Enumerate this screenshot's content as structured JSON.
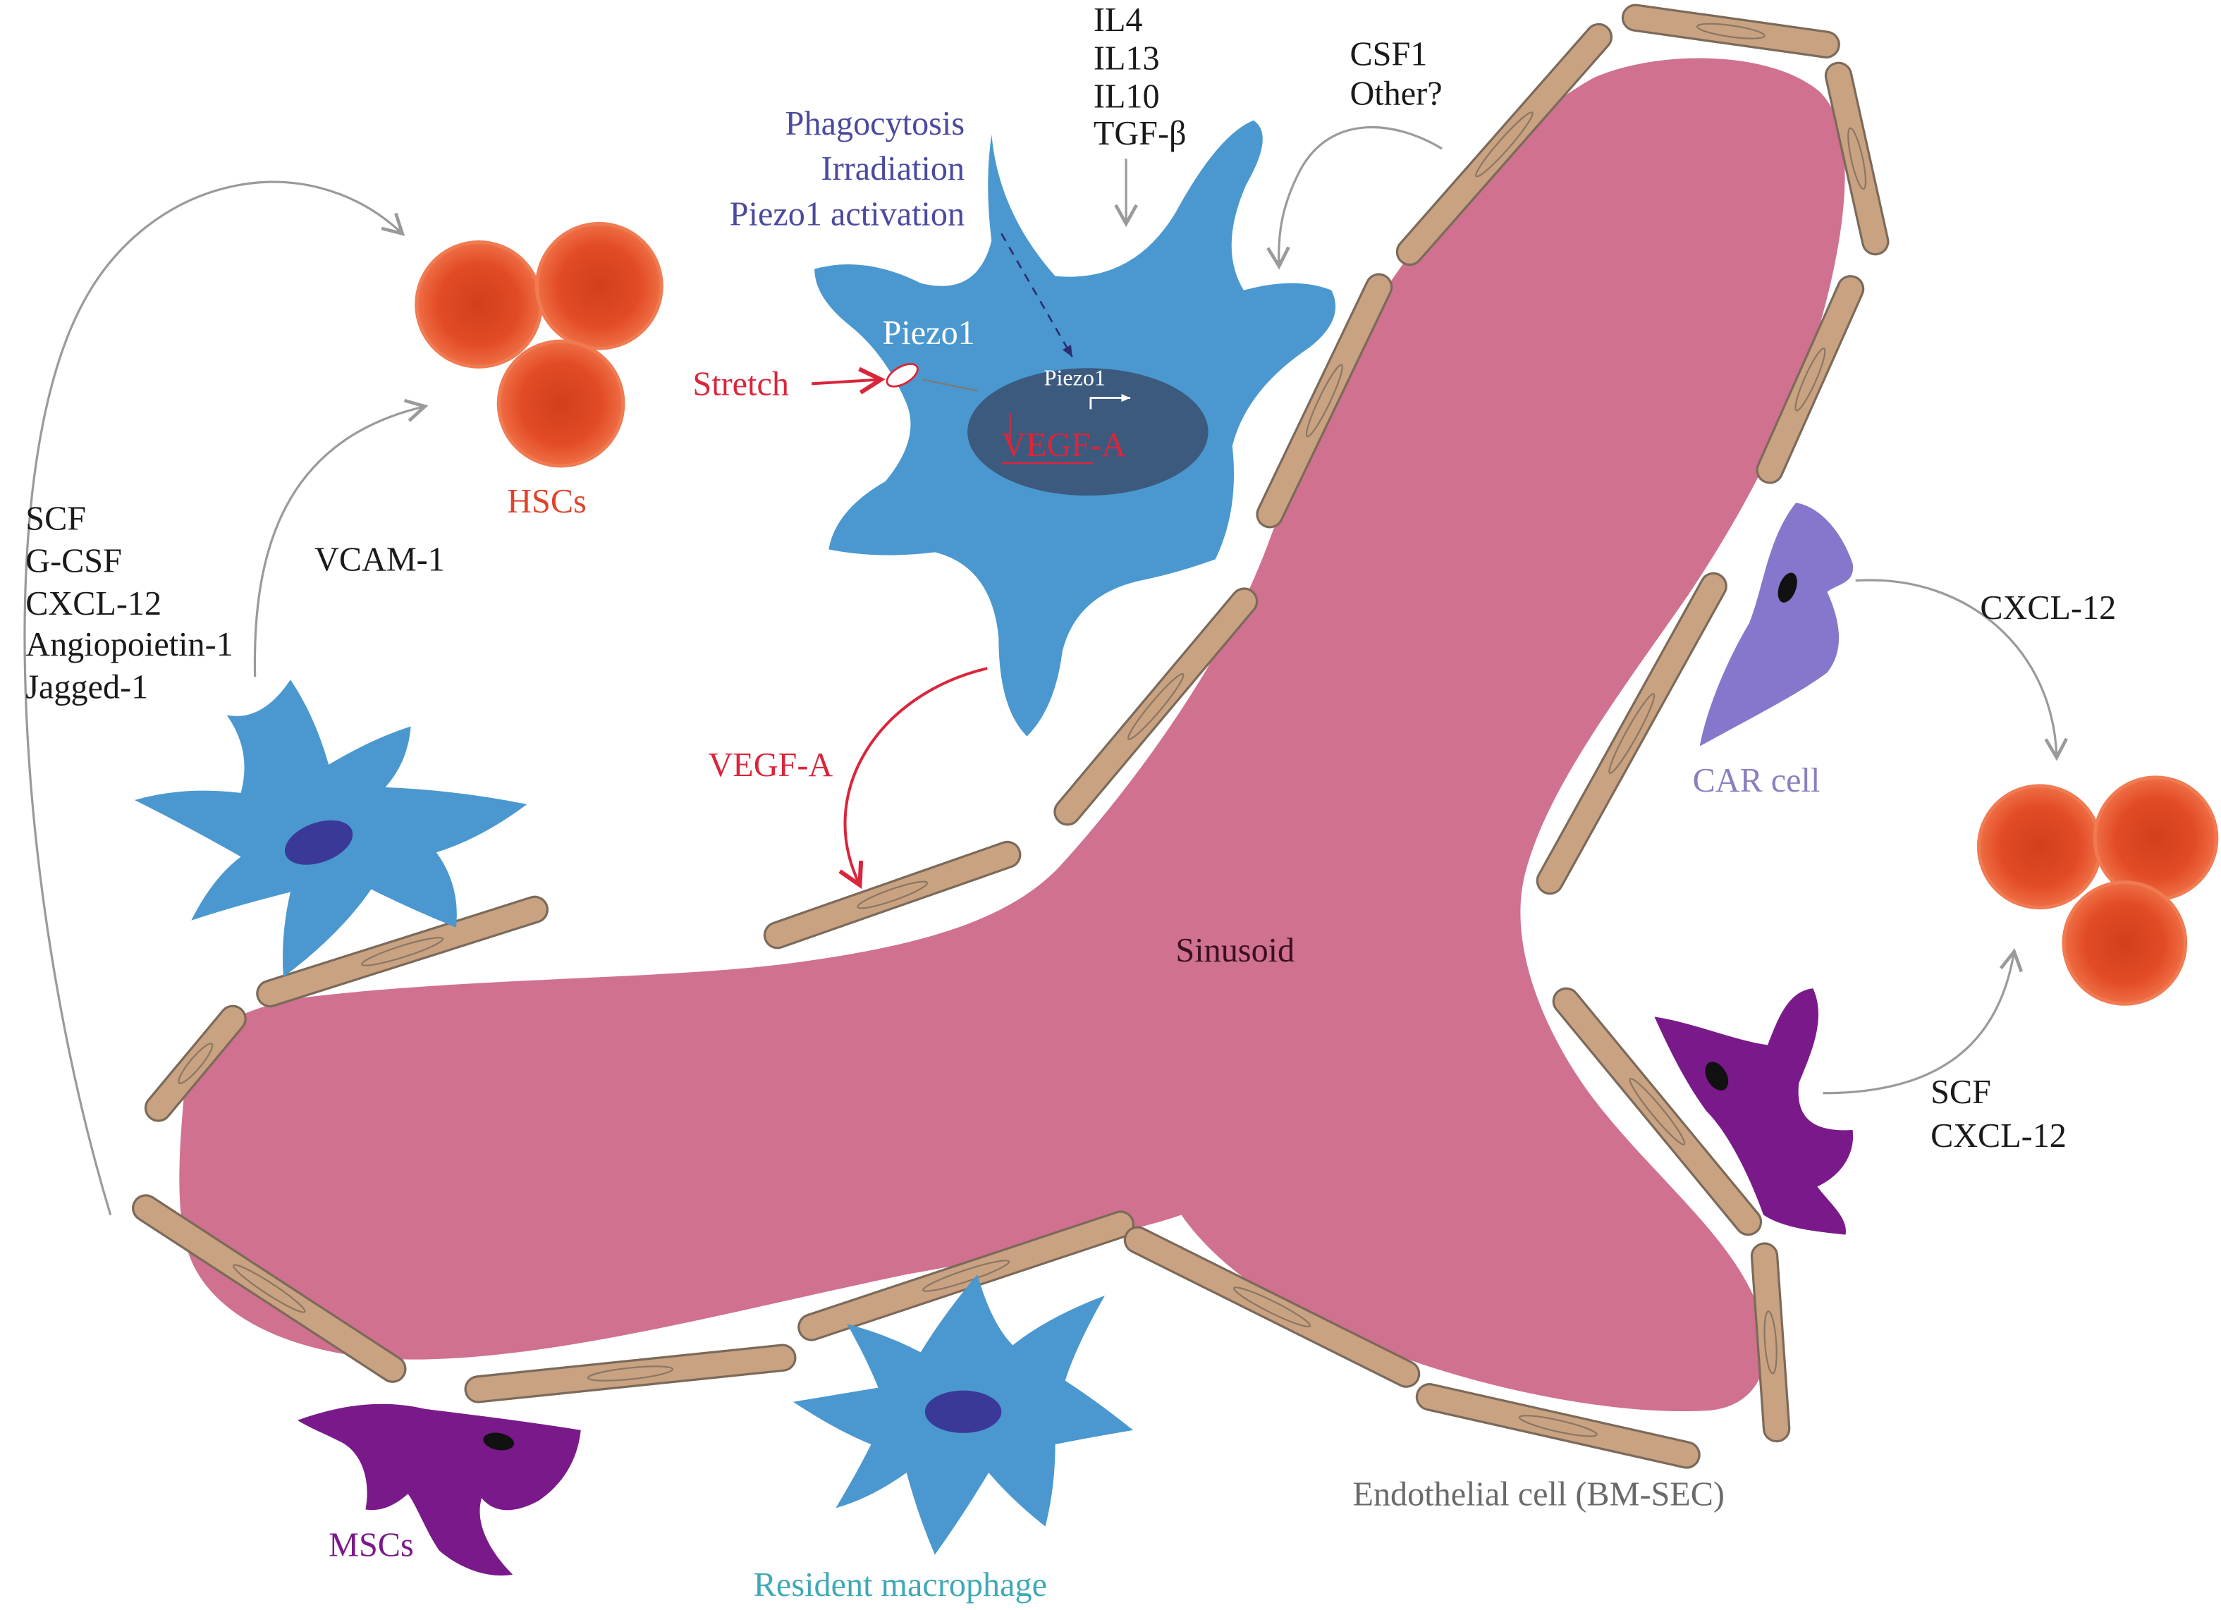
{
  "diagram": {
    "upstream_cytokines": [
      "IL4",
      "IL13",
      "IL10",
      "TGF-β"
    ],
    "endothelial_signals": [
      "CSF1",
      "Other?"
    ],
    "macrophage_triggers": [
      "Phagocytosis",
      "Irradiation",
      "Piezo1 activation"
    ],
    "channel_label": "Piezo1",
    "stretch_label": "Stretch",
    "nucleus_gene_label": "Piezo1",
    "nucleus_target_label": "VEGF-A",
    "hsc_label": "HSCs",
    "macrophage_factors": [
      "SCF",
      "G-CSF",
      "CXCL-12",
      "Angiopoietin-1",
      "Jagged-1"
    ],
    "adhesion_label": "VCAM-1",
    "secreted_label": "VEGF-A",
    "sinusoid_label": "Sinusoid",
    "car_signal_label": "CXCL-12",
    "car_cell_label": "CAR cell",
    "msc_signals": [
      "SCF",
      "CXCL-12"
    ],
    "endothelial_cell_label": "Endothelial cell (BM-SEC)",
    "msc_label": "MSCs",
    "macrophage_label": "Resident macrophage"
  },
  "colors": {
    "sinusoid": "#d0718f",
    "endothelium": "#c9a282",
    "macrophage": "#4a98cf",
    "macrophage_nucleus": "#3b3998",
    "large_nucleus": "#3c5a7e",
    "hsc": "#e24b26",
    "hsc_label": "#e0432c",
    "msc": "#7a1a8a",
    "car_cell": "#8677cc",
    "car_label": "#8b7fbf",
    "signal_red": "#d9263b",
    "trigger_text": "#4b4a9e",
    "caption_teal": "#3fa9b5"
  }
}
